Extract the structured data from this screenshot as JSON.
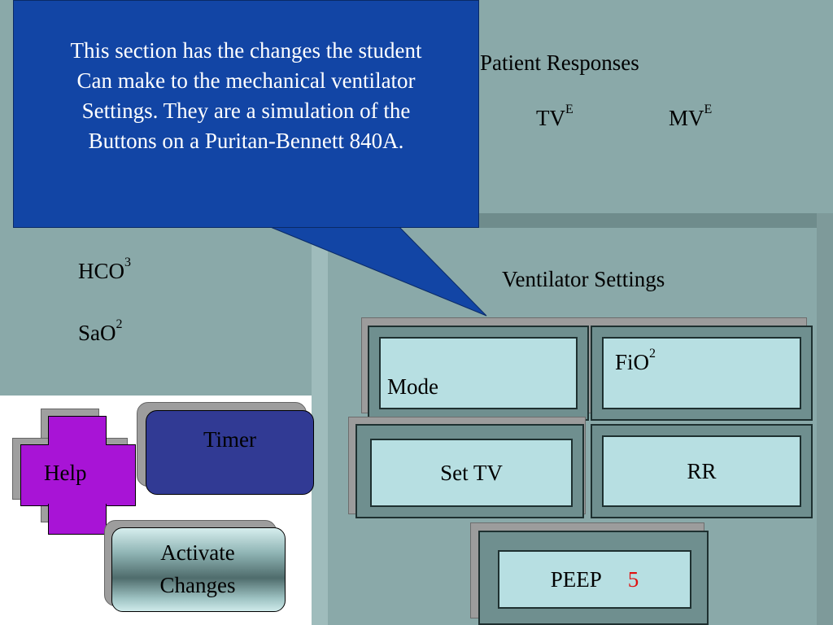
{
  "callout": {
    "lines": [
      "This section has the changes the student",
      "Can make to the mechanical ventilator",
      "Settings. They are a simulation of the",
      "Buttons on a Puritan-Bennett 840A."
    ]
  },
  "patient_responses": {
    "title": "Patient Responses",
    "tv": {
      "base": "TV",
      "sup": "E"
    },
    "mv": {
      "base": "MV",
      "sup": "E"
    }
  },
  "blood_gas": {
    "hco": {
      "base": "HCO",
      "sup": "3"
    },
    "sao": {
      "base": "SaO",
      "sup": "2"
    }
  },
  "ventilator": {
    "title": "Ventilator Settings",
    "mode_label": "Mode",
    "fio_label": {
      "base": "FiO",
      "sup": "2"
    },
    "settv_label": "Set TV",
    "rr_label": "RR",
    "peep_label": "PEEP",
    "peep_value": "5"
  },
  "controls": {
    "help_label": "Help",
    "timer_label": "Timer",
    "activate_line1": "Activate",
    "activate_line2": "Changes"
  },
  "colors": {
    "panel": "#8aa9a9",
    "callout": "#1245a5",
    "button_face": "#b7dfe2",
    "help": "#a814d6",
    "timer": "#313a94",
    "peep_value": "#e01010"
  }
}
